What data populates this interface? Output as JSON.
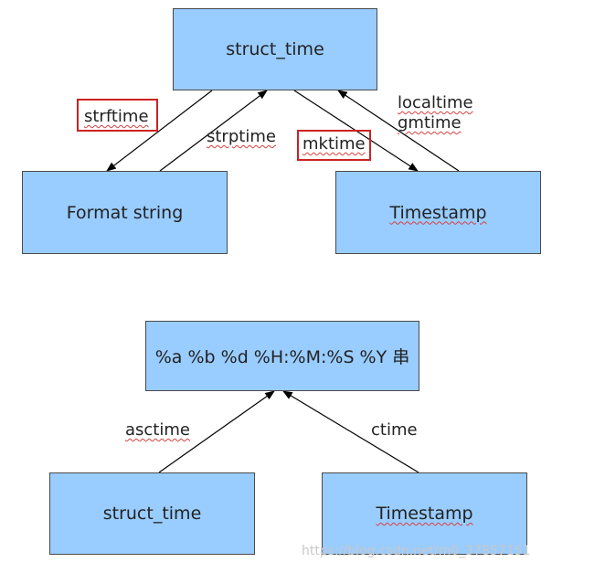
{
  "top_diagram": {
    "center_box": "struct_time",
    "left_box": "Format string",
    "right_box": "Timestamp",
    "edge_labels": {
      "strftime": "strftime",
      "strptime": "strptime",
      "mktime": "mktime",
      "localtime": "localtime",
      "gmtime": "gmtime"
    },
    "highlighted_labels": [
      "strftime",
      "mktime"
    ]
  },
  "bottom_diagram": {
    "center_box": "%a %b %d %H:%M:%S %Y 串",
    "left_box": "struct_time",
    "right_box": "Timestamp",
    "edge_labels": {
      "asctime": "asctime",
      "ctime": "ctime"
    }
  },
  "watermark": "https://blog.csdn.net/m0_37857151",
  "colors": {
    "box_fill": "#99ccff",
    "box_border": "#4a4a4a",
    "highlight": "#cc2222",
    "squiggle": "#d84040"
  }
}
